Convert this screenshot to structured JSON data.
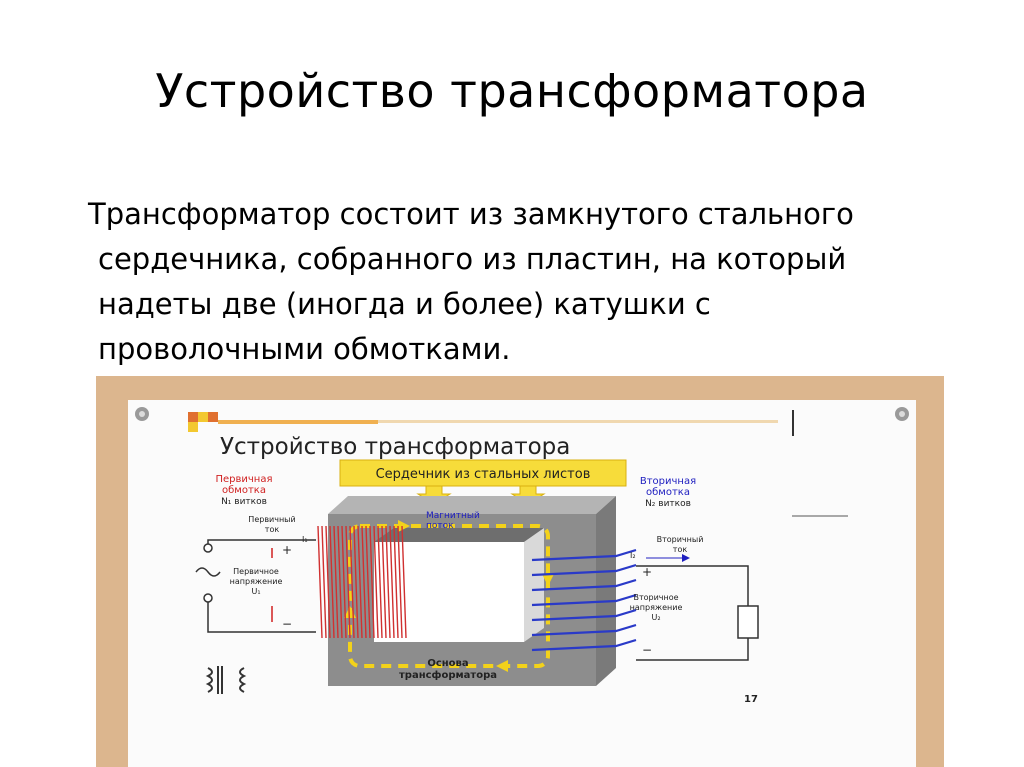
{
  "slide": {
    "title": "Устройство трансформатора",
    "lines": [
      "Трансформатор состоит из замкнутого стального",
      "сердечника, собранного из пластин, на который",
      "надеты две (иногда и более) катушки с",
      "проволочными обмотками."
    ]
  },
  "diagram": {
    "title": "Устройство трансформатора",
    "core_label": "Сердечник из стальных листов",
    "primary_winding": [
      "Первичная",
      "обмотка",
      "N₁ витков"
    ],
    "secondary_winding": [
      "Вторичная",
      "обмотка",
      "N₂ витков"
    ],
    "primary_current": [
      "Первичный",
      "ток",
      "I₁"
    ],
    "primary_voltage": [
      "Первичное",
      "напряжение",
      "U₁"
    ],
    "secondary_current": [
      "Вторичный",
      "ток",
      "I₂"
    ],
    "secondary_voltage": [
      "Вторичное",
      "напряжение",
      "U₂"
    ],
    "magnetic_flux": [
      "Магнитный",
      "поток"
    ],
    "base": [
      "Основа",
      "трансформатора"
    ],
    "plus": "+",
    "minus": "−",
    "page_number": "17",
    "colors": {
      "board": "#dcb68e",
      "core": "#8a8a8a",
      "primary_coil": "#d03030",
      "secondary_coil": "#2a3ac8",
      "flux": "#f3d21a",
      "label_box": "#f7dc3a"
    }
  }
}
